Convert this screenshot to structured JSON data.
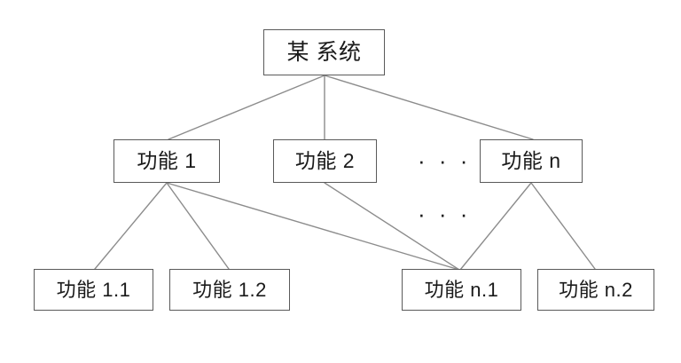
{
  "diagram": {
    "type": "tree-hierarchy",
    "title": "",
    "background_color": "#ffffff",
    "node_border_color": "#5a5a5a",
    "edge_color": "#8c8c8c",
    "text_color": "#1a1a1a",
    "levels": [
      {
        "level": 1,
        "nodes": [
          {
            "id": "root",
            "label": "某 系统"
          }
        ]
      },
      {
        "level": 2,
        "nodes": [
          {
            "id": "f1",
            "label": "功能 1"
          },
          {
            "id": "f2",
            "label": "功能 2"
          },
          {
            "id": "fn",
            "label": "功能 n"
          }
        ],
        "ellipsis": "· · ·"
      },
      {
        "level": 3,
        "nodes": [
          {
            "id": "f11",
            "label": "功能 1.1"
          },
          {
            "id": "f12",
            "label": "功能 1.2"
          },
          {
            "id": "fn1",
            "label": "功能 n.1"
          },
          {
            "id": "fn2",
            "label": "功能 n.2"
          }
        ],
        "ellipsis": "· · ·"
      }
    ],
    "edges": [
      {
        "from": "root",
        "to": "f1"
      },
      {
        "from": "root",
        "to": "f2"
      },
      {
        "from": "root",
        "to": "fn"
      },
      {
        "from": "f1",
        "to": "f11"
      },
      {
        "from": "f1",
        "to": "f12"
      },
      {
        "from": "f1",
        "to": "fn1"
      },
      {
        "from": "f2",
        "to": "fn1"
      },
      {
        "from": "fn",
        "to": "fn1"
      },
      {
        "from": "fn",
        "to": "fn2"
      }
    ]
  },
  "nodes": {
    "root": {
      "label": "某 系统"
    },
    "f1": {
      "label": "功能 1"
    },
    "f2": {
      "label": "功能 2"
    },
    "fn": {
      "label": "功能 n"
    },
    "f11": {
      "label": "功能 1.1"
    },
    "f12": {
      "label": "功能 1.2"
    },
    "fn1": {
      "label": "功能 n.1"
    },
    "fn2": {
      "label": "功能 n.2"
    }
  },
  "ellipses": {
    "level2": "· · ·",
    "level3": "· · ·"
  }
}
